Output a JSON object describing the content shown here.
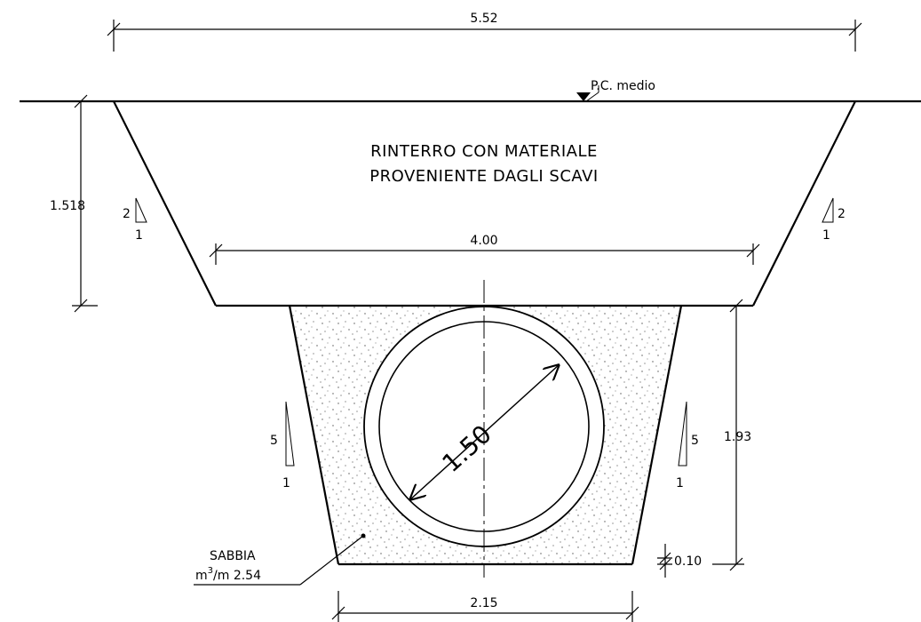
{
  "labels": {
    "top_width": "5.52",
    "ground_level": "P.C. medio",
    "fill_note_line1": "RINTERRO CON MATERIALE",
    "fill_note_line2": "PROVENIENTE DAGLI SCAVI",
    "upper_depth": "1.518",
    "mid_width": "4.00",
    "pipe_diameter": "1.50",
    "lower_depth": "1.93",
    "bedding": "0.10",
    "bottom_width": "2.15",
    "sand_label": "SABBIA",
    "sand_unit": "m",
    "sand_unit_exp": "3",
    "sand_unit_tail": "/m  2.54"
  },
  "slopes": {
    "upper_rise": "2",
    "upper_run": "1",
    "lower_rise": "5",
    "lower_run": "1"
  }
}
